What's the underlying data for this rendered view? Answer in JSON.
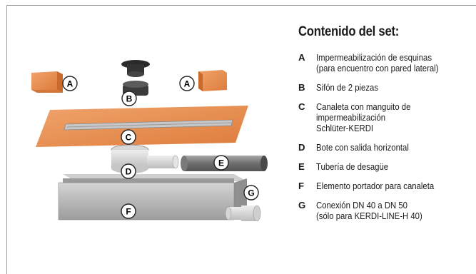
{
  "title": "Contenido del set:",
  "labels": {
    "a1": "A",
    "a2": "A",
    "b": "B",
    "c": "C",
    "d": "D",
    "e": "E",
    "f": "F",
    "g": "G"
  },
  "items": [
    {
      "key": "A",
      "text": "Impermeabilización de esquinas\n(para encuentro con pared lateral)"
    },
    {
      "key": "B",
      "text": "Sifón de 2 piezas"
    },
    {
      "key": "C",
      "text": "Canaleta con manguito de\nimpermeabilización\nSchlüter-KERDI"
    },
    {
      "key": "D",
      "text": "Bote con salida horizontal"
    },
    {
      "key": "E",
      "text": "Tubería de desagüe"
    },
    {
      "key": "F",
      "text": "Elemento portador para canaleta"
    },
    {
      "key": "G",
      "text": "Conexión DN 40 a DN 50\n(sólo para KERDI-LINE-H 40)"
    }
  ],
  "colors": {
    "membrane": "#e8894a",
    "grey": "#b9b9b9",
    "accent_text": "#1a1a1a"
  }
}
